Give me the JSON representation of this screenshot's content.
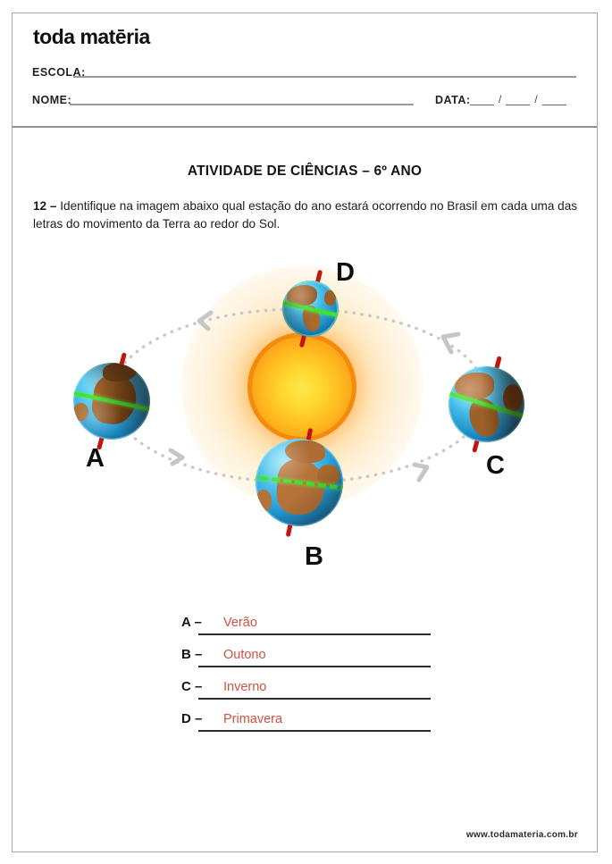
{
  "brand": {
    "logo": "toda matēria"
  },
  "header": {
    "school_label": "ESCOLA:",
    "name_label": "NOME:",
    "date_label": "DATA:",
    "date_separator": "/"
  },
  "worksheet": {
    "title": "ATIVIDADE DE CIÊNCIAS – 6º ANO",
    "question_number": "12 –",
    "question_text": "Identifique na imagem abaixo qual estação do ano estará ocorrendo no Brasil em cada uma das letras do movimento da Terra ao redor do Sol."
  },
  "diagram": {
    "type": "earth-orbit-seasons",
    "letters": {
      "left": "A",
      "bottom": "B",
      "right": "C",
      "top": "D"
    },
    "colors": {
      "sun_core": "#ffe84a",
      "sun_edge": "#f28708",
      "sun_glow": "#ffc45e",
      "ocean": "#2fa8dd",
      "land": "#b5733a",
      "equator_line": "#3fe32e",
      "axis_line": "#c3150f",
      "orbit_dots": "#c9c9c9"
    }
  },
  "answers": {
    "value_color": "#cf5240",
    "items": [
      {
        "label": "A –",
        "value": "Verão"
      },
      {
        "label": "B –",
        "value": "Outono"
      },
      {
        "label": "C –",
        "value": "Inverno"
      },
      {
        "label": "D –",
        "value": "Primavera"
      }
    ]
  },
  "footer": {
    "url": "www.todamateria.com.br"
  }
}
